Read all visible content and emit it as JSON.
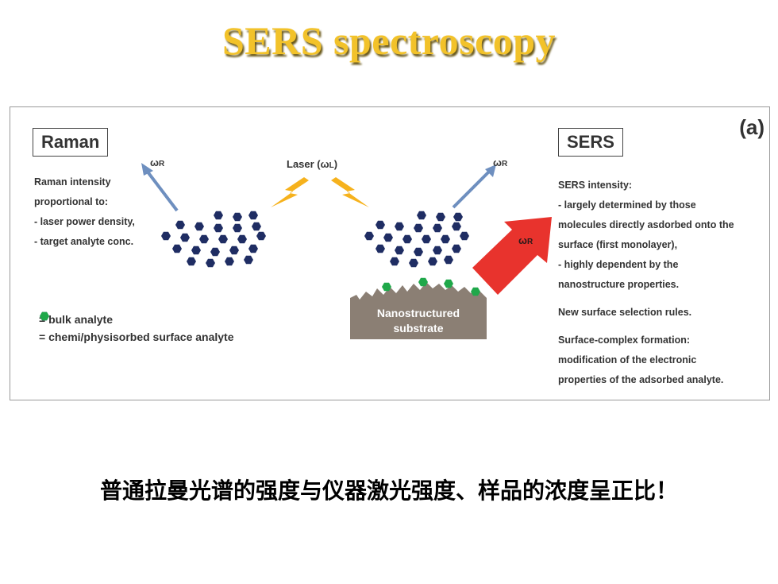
{
  "title": "SERS spectroscopy",
  "figure": {
    "tag": "(a)",
    "raman_box": "Raman",
    "sers_box": "SERS",
    "laser_label": "Laser (ω",
    "laser_sub": "L",
    "laser_close": ")",
    "omega_r": "ω",
    "omega_r_sub": "R",
    "raman_text": [
      "Raman intensity",
      "proportional to:",
      "- laser power  density,",
      "- target analyte conc."
    ],
    "sers_text": [
      "SERS intensity:",
      "- largely determined by those",
      "molecules directly asdorbed onto the",
      "surface (first monolayer),",
      "- highly dependent by the",
      "nanostructure properties.",
      "New surface selection rules.",
      "Surface-complex formation:",
      "modification of the electronic",
      "properties of the adsorbed analyte."
    ],
    "legend": [
      {
        "label": "= bulk analyte",
        "color": "#1f2d63"
      },
      {
        "label": "= chemi/physisorbed surface analyte",
        "color": "#1fa84a"
      }
    ],
    "substrate_line1": "Nanostructured",
    "substrate_line2": "substrate",
    "colors": {
      "bulk": "#1f2d63",
      "surface": "#1fa84a",
      "substrate": "#8b7f74",
      "laser": "#f6b21d",
      "scatter_arrow": "#6e8fbf",
      "sers_arrow": "#e8332d"
    }
  },
  "caption": "普通拉曼光谱的强度与仪器激光强度、样品的浓度呈正比！"
}
